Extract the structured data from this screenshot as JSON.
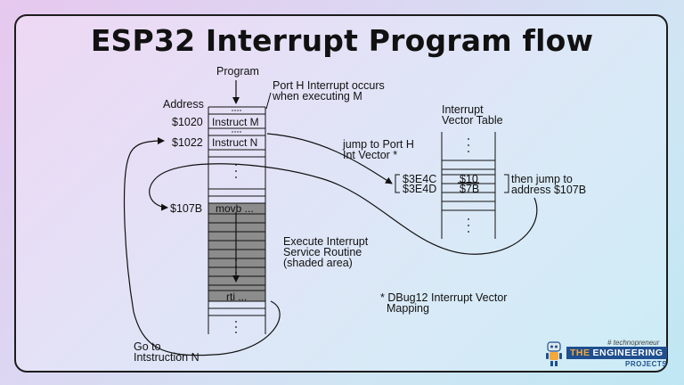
{
  "title": "ESP32 Interrupt Program flow",
  "labels": {
    "program": "Program",
    "address": "Address",
    "port_h_line1": "Port H Interrupt occurs",
    "port_h_line2": "when executing M",
    "addr_1020": "$1020",
    "addr_1022": "$1022",
    "addr_107b": "$107B",
    "jump_line1": "jump to Port H",
    "jump_line2": "Int Vector *",
    "ivt_line1": "Interrupt",
    "ivt_line2": "Vector Table",
    "then_line1": "then jump to",
    "then_line2": "address $107B",
    "isr_line1": "Execute Interrupt",
    "isr_line2": "Service Routine",
    "isr_line3": "(shaded area)",
    "dbug_line1": "* DBug12 Interrupt Vector",
    "dbug_line2": "Mapping",
    "goto_line1": "Go to",
    "goto_line2": "Intstruction N"
  },
  "program_cells": {
    "instruct_m": "Instruct M",
    "instruct_n": "Instruct N",
    "movb": "movb ...",
    "rti": "rti ..."
  },
  "vector_table": {
    "addr_3e4c": "$3E4C",
    "addr_3e4d": "$3E4D",
    "val_10": "$10",
    "val_7b": "$7B"
  },
  "logo": {
    "tag": "# technopreneur",
    "the": "THE",
    "engineering": "ENGINEERING",
    "projects": "PROJECTS"
  },
  "colors": {
    "shaded": "#8c8c8c",
    "line": "#111111",
    "brand_blue": "#1f4f8f",
    "brand_orange": "#f4a73a"
  }
}
